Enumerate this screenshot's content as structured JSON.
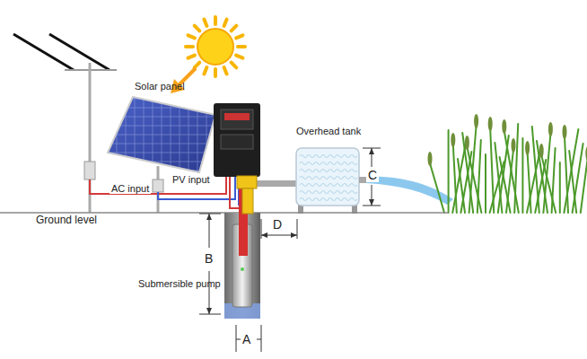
{
  "diagram": {
    "labels": [
      "Solar panel",
      "Overhead tank",
      "AC input",
      "PV input",
      "Ground level",
      "C",
      "D",
      "B",
      "Submersible pump",
      "A"
    ]
  }
}
